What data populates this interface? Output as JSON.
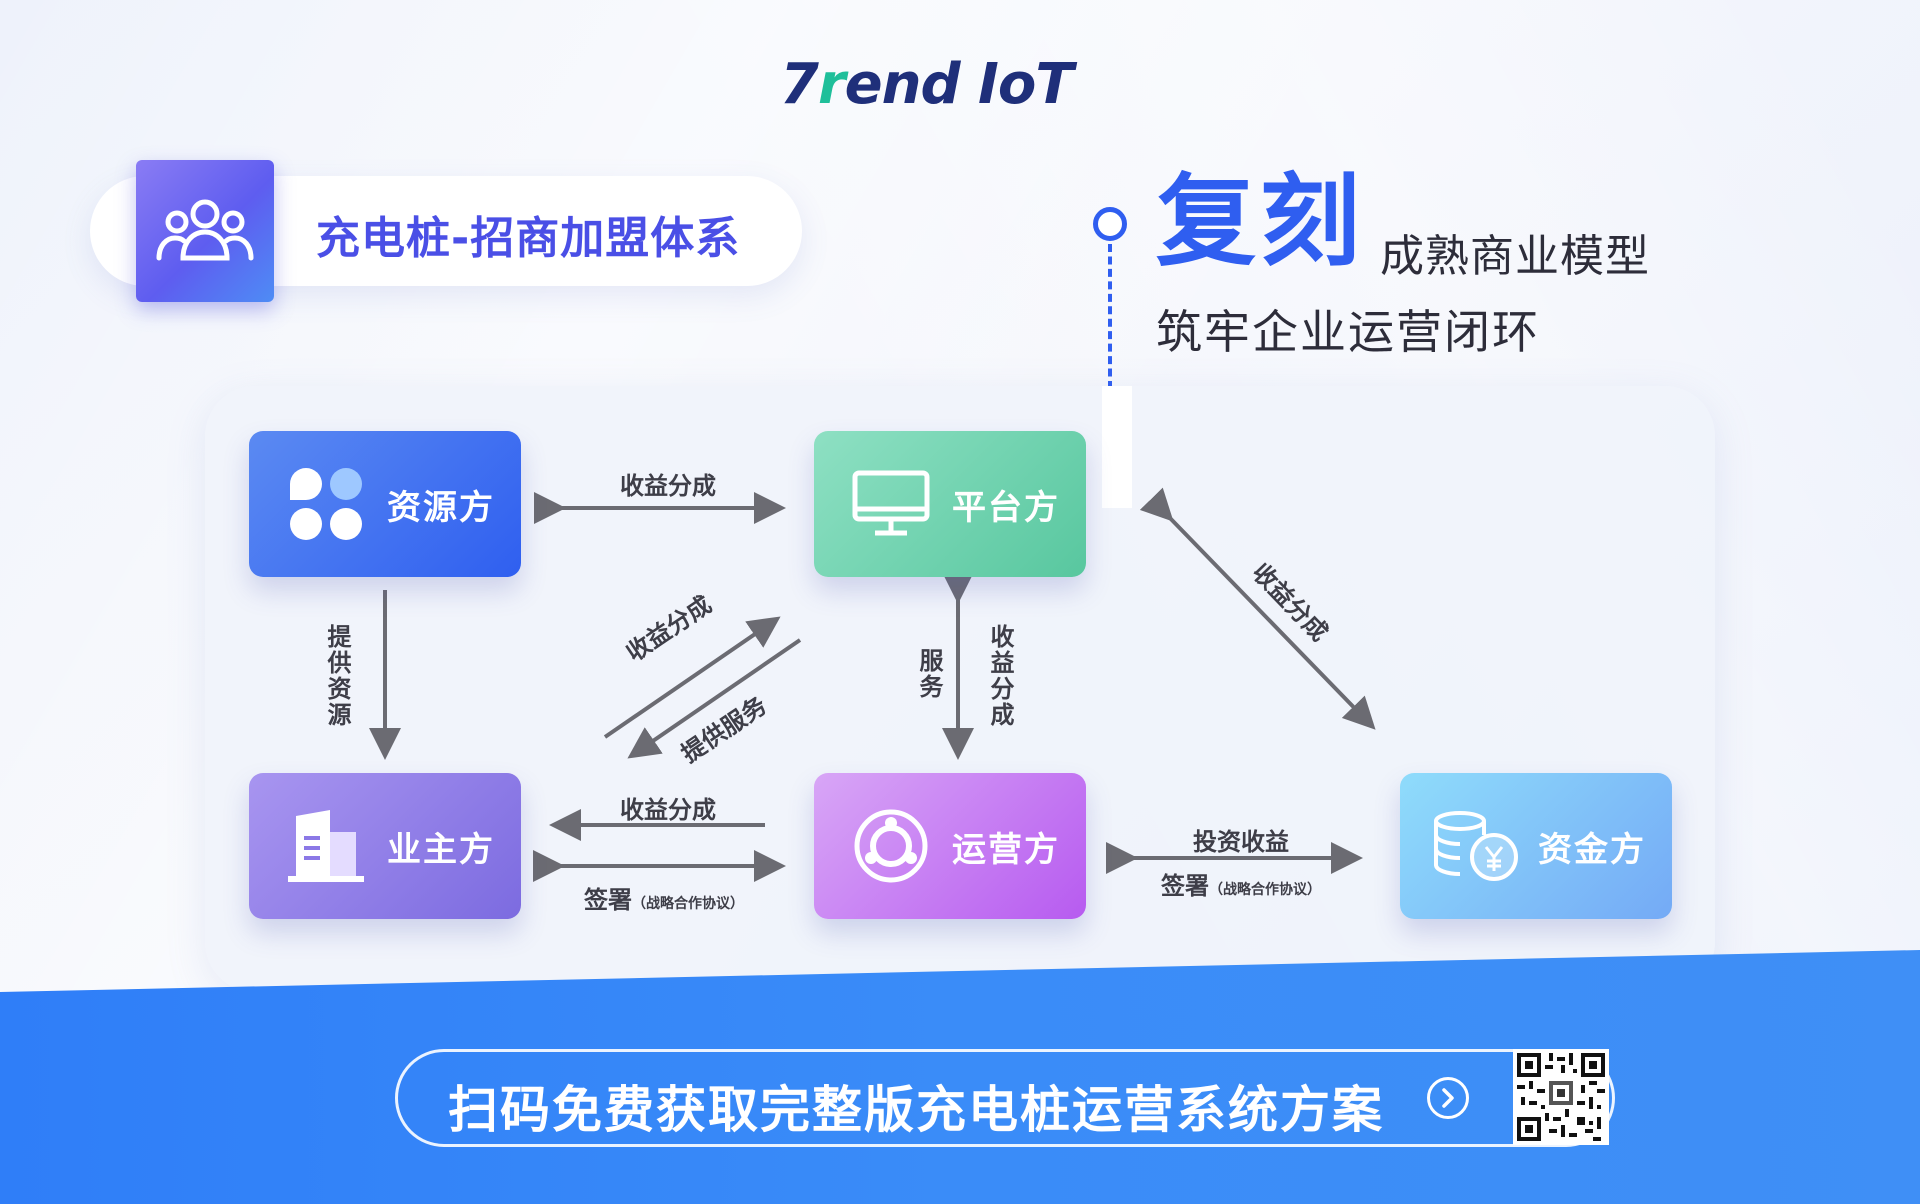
{
  "logo": {
    "prefix": "7",
    "accent": "r",
    "rest": "end IoT"
  },
  "header": {
    "title": "充电桩-招商加盟体系",
    "icon": "users-group-icon"
  },
  "tagline": {
    "big": "复刻",
    "sub1": "成熟商业模型",
    "sub2": "筑牢企业运营闭环"
  },
  "nodes": {
    "resource": {
      "label": "资源方",
      "icon": "clover-icon"
    },
    "platform": {
      "label": "平台方",
      "icon": "monitor-icon"
    },
    "owner": {
      "label": "业主方",
      "icon": "building-icon"
    },
    "operator": {
      "label": "运营方",
      "icon": "ubuntu-circle-icon"
    },
    "funder": {
      "label": "资金方",
      "icon": "coins-yuan-icon"
    }
  },
  "edges": {
    "res_plat": "收益分成",
    "res_own": "提供资源",
    "diag_up": "收益分成",
    "diag_down": "提供服务",
    "plat_op_left": "服务",
    "plat_op_right": "收益分成",
    "plat_fund": "收益分成",
    "op_own_top": "收益分成",
    "op_own_bottom": "签署",
    "op_own_bottom_note": "（战略合作协议）",
    "op_fund_top": "投资收益",
    "op_fund_bottom": "签署",
    "op_fund_bottom_note": "（战略合作协议）"
  },
  "cta": {
    "text": "扫码免费获取完整版充电桩运营系统方案",
    "icon": "chevron-right-circle-icon",
    "qr": "qr-code-icon"
  },
  "colors": {
    "primary": "#2f5ef0",
    "plat": "#58c79f",
    "owner": "#7c6be0",
    "operator": "#b75bf0",
    "funder": "#74aaf6",
    "band": "#3a8cf8"
  }
}
